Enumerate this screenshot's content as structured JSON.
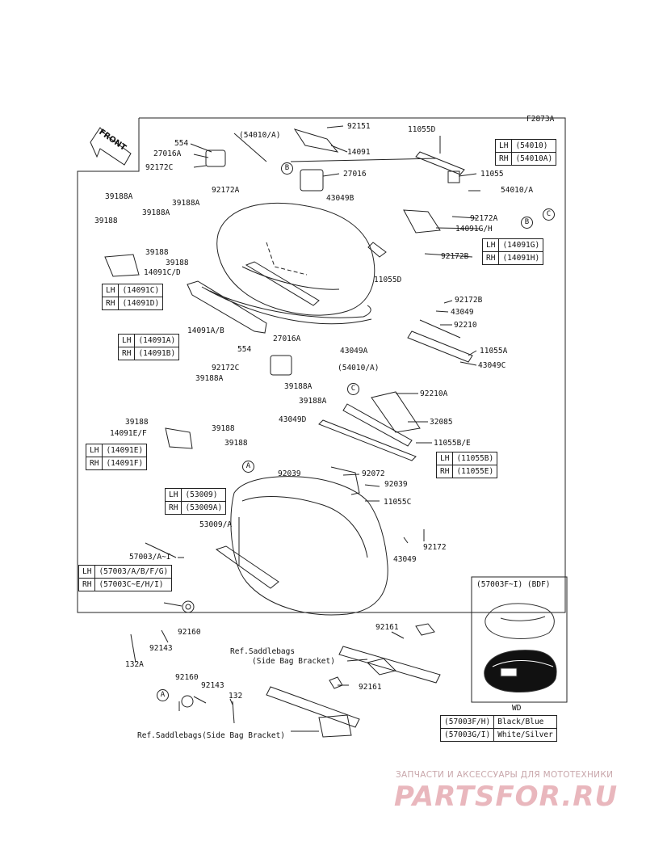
{
  "diagram_code": "F2873A",
  "front_label": "FRONT",
  "part_labels": [
    {
      "id": "p554a",
      "text": "554"
    },
    {
      "id": "p27016a1",
      "text": "27016A"
    },
    {
      "id": "p92172c1",
      "text": "92172C"
    },
    {
      "id": "p54010a1",
      "text": "(54010/A)"
    },
    {
      "id": "p92151",
      "text": "92151"
    },
    {
      "id": "p14091",
      "text": "14091"
    },
    {
      "id": "p27016",
      "text": "27016"
    },
    {
      "id": "p11055d1",
      "text": "11055D"
    },
    {
      "id": "p11055",
      "text": "11055"
    },
    {
      "id": "p92172a1",
      "text": "92172A"
    },
    {
      "id": "p43049b",
      "text": "43049B"
    },
    {
      "id": "p54010a2",
      "text": "54010/A"
    },
    {
      "id": "p92172a2",
      "text": "92172A"
    },
    {
      "id": "p14091gh",
      "text": "14091G/H"
    },
    {
      "id": "p39188a1",
      "text": "39188A"
    },
    {
      "id": "p39188a2",
      "text": "39188A"
    },
    {
      "id": "p39188a3",
      "text": "39188A"
    },
    {
      "id": "p39188_1",
      "text": "39188"
    },
    {
      "id": "p39188_2",
      "text": "39188"
    },
    {
      "id": "p39188_3",
      "text": "39188"
    },
    {
      "id": "p14091cd",
      "text": "14091C/D"
    },
    {
      "id": "p92172b1",
      "text": "92172B"
    },
    {
      "id": "p11055d2",
      "text": "11055D"
    },
    {
      "id": "p92172b2",
      "text": "92172B"
    },
    {
      "id": "p43049_1",
      "text": "43049"
    },
    {
      "id": "p92210",
      "text": "92210"
    },
    {
      "id": "p14091ab",
      "text": "14091A/B"
    },
    {
      "id": "p11055a",
      "text": "11055A"
    },
    {
      "id": "p43049a",
      "text": "43049A"
    },
    {
      "id": "p43049c",
      "text": "43049C"
    },
    {
      "id": "p27016a2",
      "text": "27016A"
    },
    {
      "id": "p554b",
      "text": "554"
    },
    {
      "id": "p92172c2",
      "text": "92172C"
    },
    {
      "id": "p54010a3",
      "text": "(54010/A)"
    },
    {
      "id": "p39188a4",
      "text": "39188A"
    },
    {
      "id": "p39188a5",
      "text": "39188A"
    },
    {
      "id": "p39188a6",
      "text": "39188A"
    },
    {
      "id": "p92210a",
      "text": "92210A"
    },
    {
      "id": "p43049d",
      "text": "43049D"
    },
    {
      "id": "p32085",
      "text": "32085"
    },
    {
      "id": "p39188_4",
      "text": "39188"
    },
    {
      "id": "p39188_5",
      "text": "39188"
    },
    {
      "id": "p14091ef",
      "text": "14091E/F"
    },
    {
      "id": "p39188_6",
      "text": "39188"
    },
    {
      "id": "p11055be",
      "text": "11055B/E"
    },
    {
      "id": "p92039a",
      "text": "92039"
    },
    {
      "id": "p92072",
      "text": "92072"
    },
    {
      "id": "p92039b",
      "text": "92039"
    },
    {
      "id": "p11055c",
      "text": "11055C"
    },
    {
      "id": "p53009a",
      "text": "53009/A"
    },
    {
      "id": "p43049_2",
      "text": "43049"
    },
    {
      "id": "p92172",
      "text": "92172"
    },
    {
      "id": "p57003",
      "text": "57003/A~I"
    },
    {
      "id": "p92160a",
      "text": "92160"
    },
    {
      "id": "p92143a",
      "text": "92143"
    },
    {
      "id": "p132a",
      "text": "132A"
    },
    {
      "id": "p92161a",
      "text": "92161"
    },
    {
      "id": "pref1",
      "text": "Ref.Saddlebags"
    },
    {
      "id": "pref1b",
      "text": "(Side Bag Bracket)"
    },
    {
      "id": "p92160b",
      "text": "92160"
    },
    {
      "id": "p92143b",
      "text": "92143"
    },
    {
      "id": "p132",
      "text": "132"
    },
    {
      "id": "p92161b",
      "text": "92161"
    },
    {
      "id": "pref2",
      "text": "Ref.Saddlebags(Side Bag Bracket)"
    },
    {
      "id": "pwd",
      "text": "WD"
    }
  ],
  "tables": {
    "t54010": [
      [
        "LH",
        "(54010)"
      ],
      [
        "RH",
        "(54010A)"
      ]
    ],
    "t14091g": [
      [
        "LH",
        "(14091G)"
      ],
      [
        "RH",
        "(14091H)"
      ]
    ],
    "t14091c": [
      [
        "LH",
        "(14091C)"
      ],
      [
        "RH",
        "(14091D)"
      ]
    ],
    "t14091a": [
      [
        "LH",
        "(14091A)"
      ],
      [
        "RH",
        "(14091B)"
      ]
    ],
    "t14091e": [
      [
        "LH",
        "(14091E)"
      ],
      [
        "RH",
        "(14091F)"
      ]
    ],
    "t11055b": [
      [
        "LH",
        "(11055B)"
      ],
      [
        "RH",
        "(11055E)"
      ]
    ],
    "t53009": [
      [
        "LH",
        "(53009)"
      ],
      [
        "RH",
        "(53009A)"
      ]
    ],
    "t57003": [
      [
        "LH",
        "(57003/A/B/F/G)"
      ],
      [
        "RH",
        "(57003C~E/H/I)"
      ]
    ],
    "tcolor": [
      [
        "(57003F/H)",
        "Black/Blue"
      ],
      [
        "(57003G/I)",
        "White/Silver"
      ]
    ]
  },
  "inset_title": "(57003F~I)   (BDF)",
  "callouts": {
    "a": "A",
    "b": "B",
    "c": "C"
  },
  "watermark": {
    "line1": "ЗАПЧАСТИ И АКСЕССУАРЫ ДЛЯ МОТОТЕХНИКИ",
    "line2": "PARTSFOR.RU",
    "color": "#e9b7bd"
  }
}
